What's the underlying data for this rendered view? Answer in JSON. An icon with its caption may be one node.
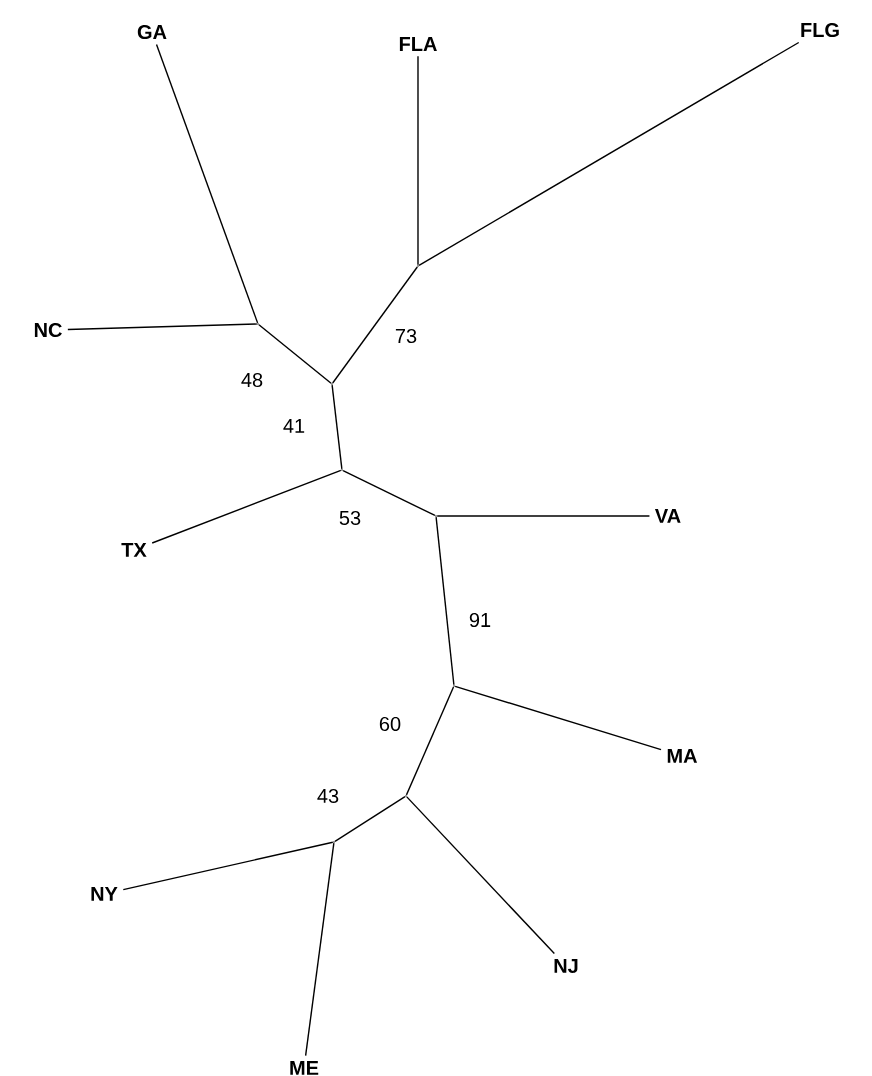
{
  "diagram": {
    "nodes": [
      {
        "text": [
          "FLA"
        ]
      },
      {
        "text": [
          "GA"
        ]
      },
      {
        "text": [
          "FLG"
        ]
      },
      {
        "text": [
          "NC"
        ]
      },
      {
        "text": [
          "TX"
        ]
      },
      {
        "text": [
          "VA"
        ]
      },
      {
        "text": [
          "MA"
        ]
      },
      {
        "text": [
          "NY"
        ]
      },
      {
        "text": [
          "NJ"
        ]
      },
      {
        "text": [
          "ME"
        ]
      },
      {
        "text": [],
        "shape": "point"
      },
      {
        "text": [],
        "shape": "point"
      },
      {
        "text": [],
        "shape": "point"
      },
      {
        "text": [],
        "shape": "point"
      },
      {
        "text": [],
        "shape": "point"
      },
      {
        "text": [],
        "shape": "point"
      },
      {
        "text": [],
        "shape": "point"
      },
      {
        "text": [],
        "shape": "point"
      }
    ],
    "edges": [
      {
        "from": 10,
        "to": 0,
        "arrow": "none"
      },
      {
        "from": 10,
        "to": 2,
        "arrow": "none"
      },
      {
        "from": 11,
        "to": 1,
        "arrow": "none"
      },
      {
        "from": 11,
        "to": 3,
        "arrow": "none"
      },
      {
        "from": 12,
        "to": 10,
        "arrow": "none",
        "label": "73"
      },
      {
        "from": 12,
        "to": 11,
        "arrow": "none",
        "label": "48"
      },
      {
        "from": 13,
        "to": 12,
        "arrow": "none",
        "label": "41"
      },
      {
        "from": 13,
        "to": 4,
        "arrow": "none"
      },
      {
        "from": 14,
        "to": 13,
        "arrow": "none",
        "label": "53"
      },
      {
        "from": 14,
        "to": 5,
        "arrow": "none"
      },
      {
        "from": 15,
        "to": 14,
        "arrow": "none",
        "label": "91"
      },
      {
        "from": 15,
        "to": 6,
        "arrow": "none"
      },
      {
        "from": 16,
        "to": 15,
        "arrow": "none",
        "label": "60"
      },
      {
        "from": 16,
        "to": 8,
        "arrow": "none"
      },
      {
        "from": 17,
        "to": 16,
        "arrow": "none",
        "label": "43"
      },
      {
        "from": 17,
        "to": 7,
        "arrow": "none"
      },
      {
        "from": 17,
        "to": 9,
        "arrow": "none"
      }
    ]
  }
}
